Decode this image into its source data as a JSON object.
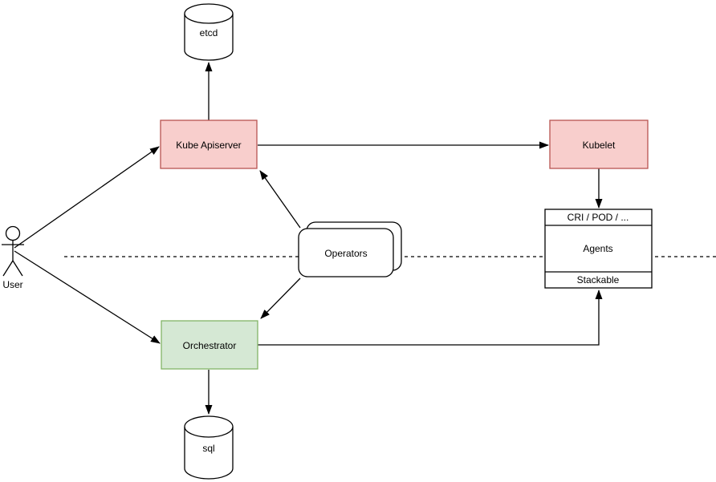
{
  "colors": {
    "red_fill": "#f8cecc",
    "red_stroke": "#b85450",
    "green_fill": "#d5e8d4",
    "green_stroke": "#82b366",
    "white_fill": "#ffffff",
    "line": "#000000"
  },
  "nodes": {
    "etcd": {
      "label": "etcd",
      "shape": "database-cylinder"
    },
    "kube_apiserver": {
      "label": "Kube Apiserver",
      "shape": "rectangle"
    },
    "kubelet": {
      "label": "Kubelet",
      "shape": "rectangle"
    },
    "agents": {
      "header": "CRI / POD / ...",
      "body": "Agents",
      "footer": "Stackable",
      "shape": "stacked-rows-rectangle"
    },
    "operators": {
      "label": "Operators",
      "shape": "stacked-rounded-rectangles"
    },
    "orchestrator": {
      "label": "Orchestrator",
      "shape": "rectangle"
    },
    "sql": {
      "label": "sql",
      "shape": "database-cylinder"
    },
    "user": {
      "label": "User",
      "shape": "stick-figure-actor"
    }
  },
  "edges": [
    {
      "from": "User",
      "to": "Kube Apiserver",
      "arrow": "end"
    },
    {
      "from": "User",
      "to": "Orchestrator",
      "arrow": "end"
    },
    {
      "from": "Kube Apiserver",
      "to": "etcd",
      "arrow": "end"
    },
    {
      "from": "Kube Apiserver",
      "to": "Kubelet",
      "arrow": "end"
    },
    {
      "from": "Kubelet",
      "to": "Agents",
      "arrow": "end"
    },
    {
      "from": "Operators",
      "to": "Kube Apiserver",
      "arrow": "end"
    },
    {
      "from": "Operators",
      "to": "Orchestrator",
      "arrow": "end"
    },
    {
      "from": "Orchestrator",
      "to": "Agents (Stackable)",
      "arrow": "end"
    },
    {
      "from": "Orchestrator",
      "to": "sql",
      "arrow": "end"
    }
  ],
  "separator": {
    "style": "dashed-horizontal-line"
  }
}
